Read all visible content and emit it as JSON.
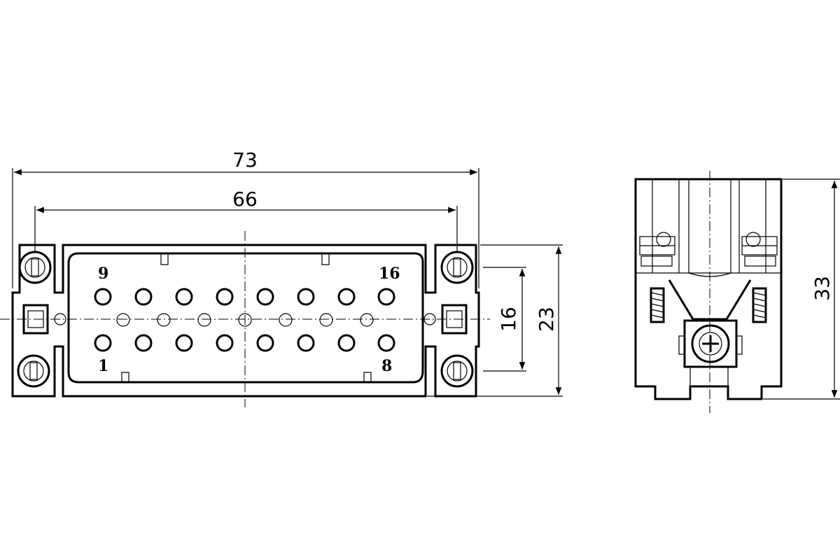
{
  "dimensions": {
    "overall_width": "73",
    "mounting_width": "66",
    "pin_spacing": "16",
    "body_height": "23",
    "side_height": "33"
  },
  "pin_labels": {
    "top_left": "9",
    "top_right": "16",
    "bottom_left": "1",
    "bottom_right": "8"
  }
}
